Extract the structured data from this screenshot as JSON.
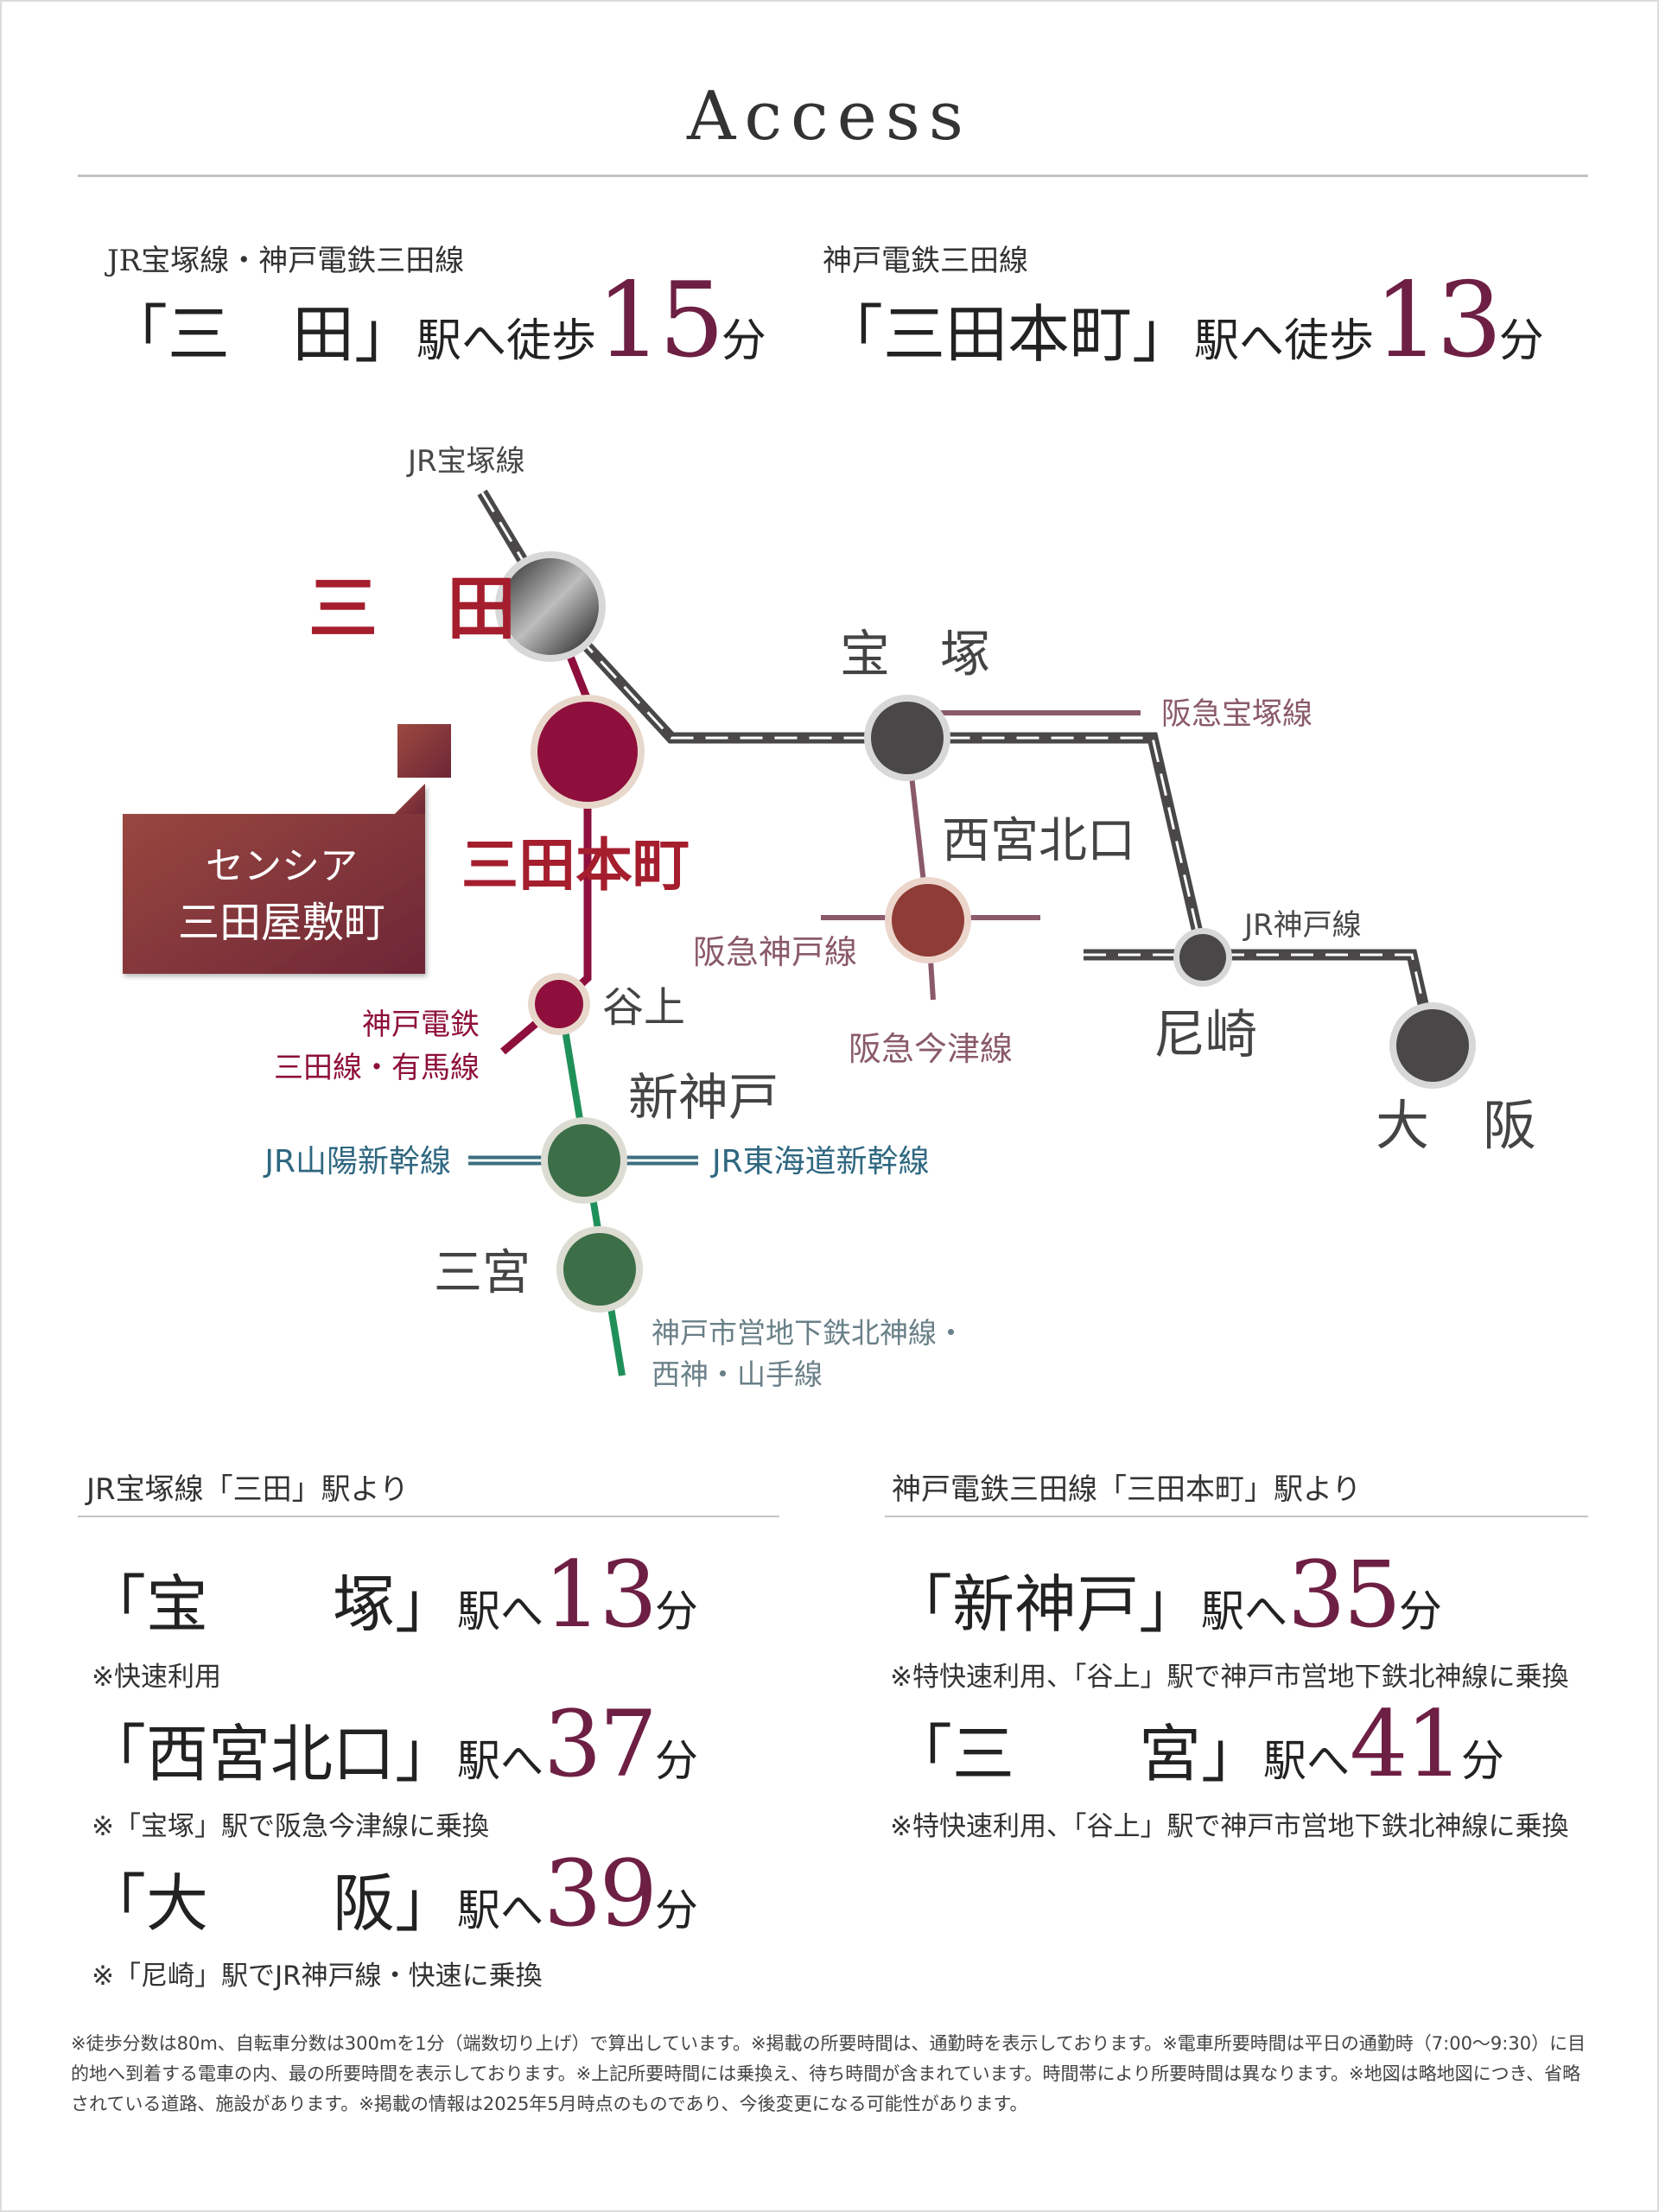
{
  "header": {
    "title": "Access"
  },
  "top_access": [
    {
      "line": "JR宝塚線・神戸電鉄三田線",
      "station": "「三　田」",
      "suffix": "駅へ徒歩",
      "minutes": "15",
      "unit": "分"
    },
    {
      "line": "神戸電鉄三田線",
      "station": "「三田本町」",
      "suffix": "駅へ徒歩",
      "minutes": "13",
      "unit": "分"
    }
  ],
  "map": {
    "lines": {
      "jr_takarazuka": "JR宝塚線",
      "hankyu_takarazuka": "阪急宝塚線",
      "jr_kobe": "JR神戸線",
      "hankyu_kobe": "阪急神戸線",
      "hankyu_imazu": "阪急今津線",
      "kobe_dentetsu": [
        "神戸電鉄",
        "三田線・有馬線"
      ],
      "jr_sanyo": "JR山陽新幹線",
      "jr_tokaido": "JR東海道新幹線",
      "subway": [
        "神戸市営地下鉄北神線・",
        "西神・山手線"
      ]
    },
    "stations": {
      "sanda": "三　田",
      "sanda_honmachi": "三田本町",
      "takarazuka": "宝　塚",
      "nishinomiya": "西宮北口",
      "amagasaki": "尼崎",
      "osaka": "大　阪",
      "tanigami": "谷上",
      "shinkobe": "新神戸",
      "sannomiya": "三宮"
    },
    "property": [
      "センシア",
      "三田屋敷町"
    ],
    "colors": {
      "jr": "#4a4748",
      "kobe_dentetsu": "#8e0f3c",
      "hankyu": "#8a5a6a",
      "hankyu_station": "#8e3c35",
      "shinkansen": "#3d6e80",
      "subway": "#20905a",
      "subway_station": "#3c6e48",
      "property": "#7e3a3a"
    }
  },
  "from_sanda": {
    "heading": "JR宝塚線「三田」駅より",
    "items": [
      {
        "station": "「宝　　塚」",
        "suffix": "駅へ",
        "minutes": "13",
        "unit": "分",
        "note": "※快速利用"
      },
      {
        "station": "「西宮北口」",
        "suffix": "駅へ",
        "minutes": "37",
        "unit": "分",
        "note": "※「宝塚」駅で阪急今津線に乗換"
      },
      {
        "station": "「大　　阪」",
        "suffix": "駅へ",
        "minutes": "39",
        "unit": "分",
        "note": "※「尼崎」駅でJR神戸線・快速に乗換"
      }
    ]
  },
  "from_honmachi": {
    "heading": "神戸電鉄三田線「三田本町」駅より",
    "items": [
      {
        "station": "「新神戸」",
        "suffix": "駅へ",
        "minutes": "35",
        "unit": "分",
        "note": "※特快速利用、「谷上」駅で神戸市営地下鉄北神線に乗換"
      },
      {
        "station": "「三　　宮」",
        "suffix": "駅へ",
        "minutes": "41",
        "unit": "分",
        "note": "※特快速利用、「谷上」駅で神戸市営地下鉄北神線に乗換"
      }
    ]
  },
  "footnote": "※徒歩分数は80m、自転車分数は300mを1分（端数切り上げ）で算出しています。※掲載の所要時間は、通勤時を表示しております。※電車所要時間は平日の通勤時（7:00〜9:30）に目的地へ到着する電車の内、最の所要時間を表示しております。※上記所要時間には乗換え、待ち時間が含まれています。時間帯により所要時間は異なります。※地図は略地図につき、省略されている道路、施設があります。※掲載の情報は2025年5月時点のものであり、今後変更になる可能性があります。"
}
